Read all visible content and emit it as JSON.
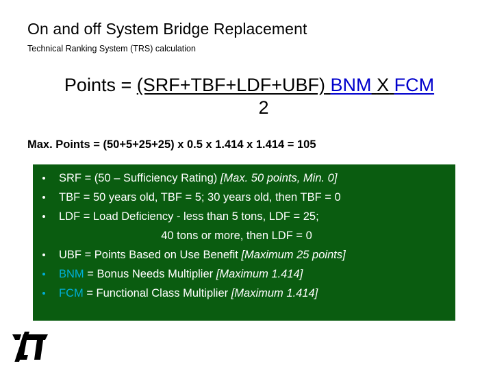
{
  "slide": {
    "title": "On and off System Bridge Replacement",
    "subtitle": "Technical Ranking System (TRS) calculation",
    "background_color": "#FFFFFF"
  },
  "formula": {
    "lead": "Points = ",
    "numerator_black": "(SRF+TBF+LDF+UBF)",
    "numerator_blue_1": "BNM",
    "numerator_operator": "X",
    "numerator_blue_2": "FCM",
    "denominator": "2",
    "blue_color": "#0000CC",
    "black_color": "#000000"
  },
  "max_points": {
    "text": "Max. Points = (50+5+25+25) x 0.5 x 1.414 x 1.414 = 105"
  },
  "definitions": {
    "panel_color": "#0A5C10",
    "text_color": "#FFFFFF",
    "accent_color": "#00AFD7",
    "items": [
      {
        "term": "SRF",
        "body": " = (50 – Sufficiency Rating) ",
        "note": "[Max. 50 points, Min. 0]",
        "accent": false
      },
      {
        "term": "TBF",
        "body": " = 50 years old, TBF = 5;  30 years old, then TBF = 0",
        "note": "",
        "accent": false
      },
      {
        "term": "LDF",
        "body": " = Load Deficiency - less than 5 tons, LDF = 25;",
        "note": "",
        "accent": false
      },
      {
        "term": "UBF",
        "body": " = Points Based on Use Benefit ",
        "note": "[Maximum 25 points]",
        "accent": false
      },
      {
        "term": "BNM",
        "body": " = Bonus Needs Multiplier ",
        "note": "[Maximum 1.414]",
        "accent": true
      },
      {
        "term": "FCM",
        "body": " = Functional Class Multiplier ",
        "note": "[Maximum 1.414]",
        "accent": true
      }
    ],
    "continuation_line": "40 tons or more, then LDF = 0"
  },
  "logo": {
    "glyph_name": "pi-monogram-logo",
    "color": "#000000"
  }
}
